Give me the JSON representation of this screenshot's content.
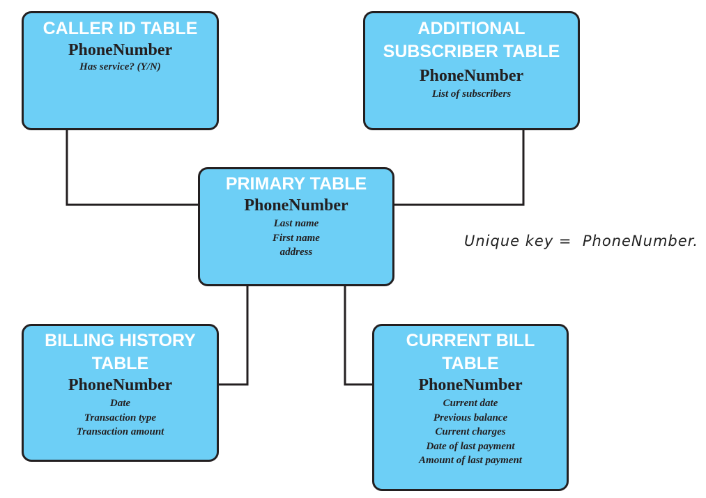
{
  "colors": {
    "box_fill": "#6dcff6",
    "box_border": "#231f20",
    "title_text": "#ffffff",
    "body_text": "#231f20",
    "connector": "#231f20"
  },
  "tables": {
    "caller_id": {
      "title_lines": [
        "CALLER ID TABLE"
      ],
      "key": "PhoneNumber",
      "fields": [
        "Has service? (Y/N)"
      ]
    },
    "additional_subscriber": {
      "title_lines": [
        "ADDITIONAL",
        "SUBSCRIBER TABLE"
      ],
      "key": "PhoneNumber",
      "fields": [
        "List of subscribers"
      ]
    },
    "primary": {
      "title_lines": [
        "PRIMARY TABLE"
      ],
      "key": "PhoneNumber",
      "fields": [
        "Last name",
        "First name",
        "address"
      ]
    },
    "billing_history": {
      "title_lines": [
        "BILLING HISTORY",
        "TABLE"
      ],
      "key": "PhoneNumber",
      "fields": [
        "Date",
        "Transaction type",
        "Transaction amount"
      ]
    },
    "current_bill": {
      "title_lines": [
        "CURRENT BILL",
        "TABLE"
      ],
      "key": "PhoneNumber",
      "fields": [
        "Current date",
        "Previous balance",
        "Current charges",
        "Date of last payment",
        "Amount of last payment"
      ]
    }
  },
  "annotation": "Unique key =  PhoneNumber."
}
